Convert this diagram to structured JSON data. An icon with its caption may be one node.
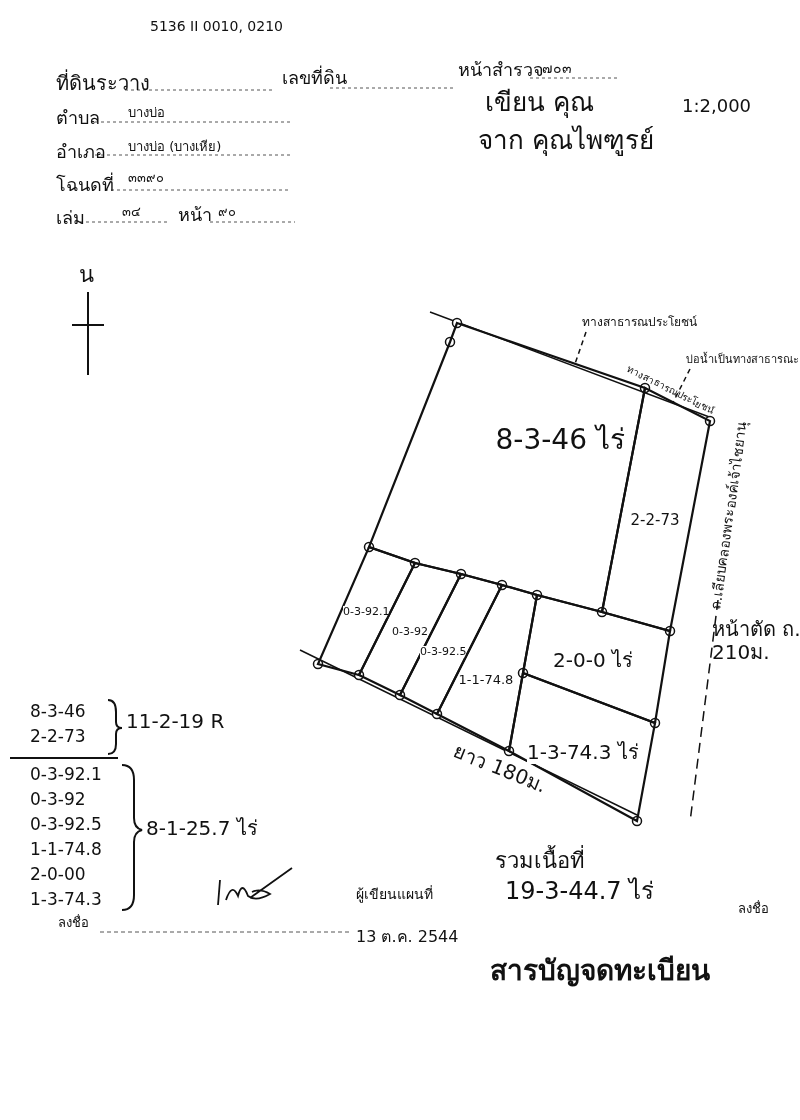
{
  "diagram": {
    "nodes": [
      {
        "text": [
          "8-3-46 ไร่"
        ]
      },
      {
        "text": [
          "2-2-73"
        ]
      },
      {
        "text": [
          "0-3-92.1"
        ]
      },
      {
        "text": [
          "0-3-92"
        ]
      },
      {
        "text": [
          "0-3-92.5"
        ]
      },
      {
        "text": [
          "1-1-74.8"
        ]
      },
      {
        "text": [
          "2-0-0 ไร่"
        ]
      },
      {
        "text": [
          "1-3-74.3 ไร่"
        ]
      },
      {
        "text": [
          "ทางสาธารณประโยชน์"
        ]
      },
      {
        "text": [
          "บ่อน้ำเป็นทางสาธารณะ"
        ]
      }
    ],
    "edges": [
      {
        "from": 8,
        "to": 0,
        "arrow": "none",
        "style": "dashed"
      },
      {
        "from": 9,
        "to": 1,
        "arrow": "none",
        "style": "dashed"
      }
    ],
    "labels": [
      "5136 II 0010, 0210",
      "ที่ดินระวาง",
      "เลขที่ดิน",
      "หน้าสำรวจ",
      "๗๐๓",
      "เขียน คุณ",
      "1:2,000",
      "ตำบล",
      "บางบ่อ",
      "จาก คุณไพฑูรย์",
      "อำเภอ",
      "บางบ่อ (บางเหีย)",
      "โฉนดที่",
      "๓๓๙๐",
      "เล่ม",
      "๓๔",
      "หน้า",
      "๙๐",
      "น",
      "ทางสาธารณประโยชน์",
      "ถ.เลียบคลองพระองค์เจ้าไชยานุ",
      "หน้าตัด ถ. 210ม.",
      "8-3-46",
      "2-2-73",
      "11-2-19 R",
      "0-3-92.1",
      "0-3-92",
      "0-3-92.5",
      "1-1-74.8",
      "2-0-00",
      "1-3-74.3",
      "8-1-25.7 ไร่",
      "ยาว 180ม.",
      "รวมเนื้อที่",
      "19-3-44.7 ไร่",
      "ลงชื่อ",
      "ผู้เขียนแผนที่",
      "ลงชื่อ",
      "13 ต.ค. 2544",
      "สารบัญจดทะเบียน"
    ]
  }
}
